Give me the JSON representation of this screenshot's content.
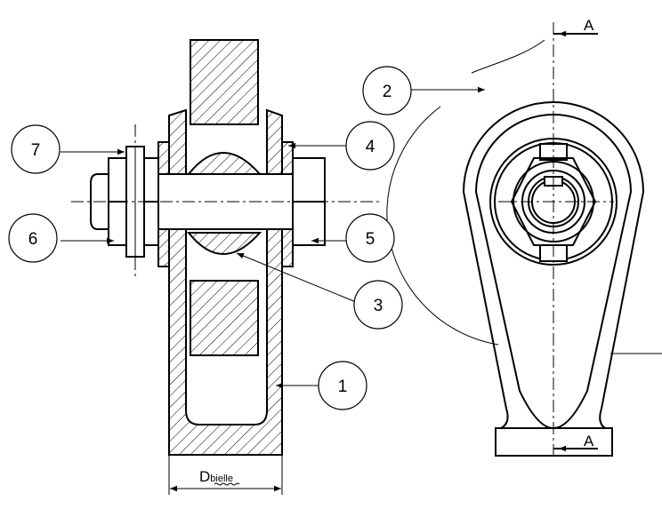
{
  "labels": {
    "section_top": "A",
    "section_bottom": "A",
    "dimension_main": "D",
    "dimension_sub": "bielle"
  },
  "callouts": [
    "1",
    "2",
    "3",
    "4",
    "5",
    "6",
    "7"
  ]
}
